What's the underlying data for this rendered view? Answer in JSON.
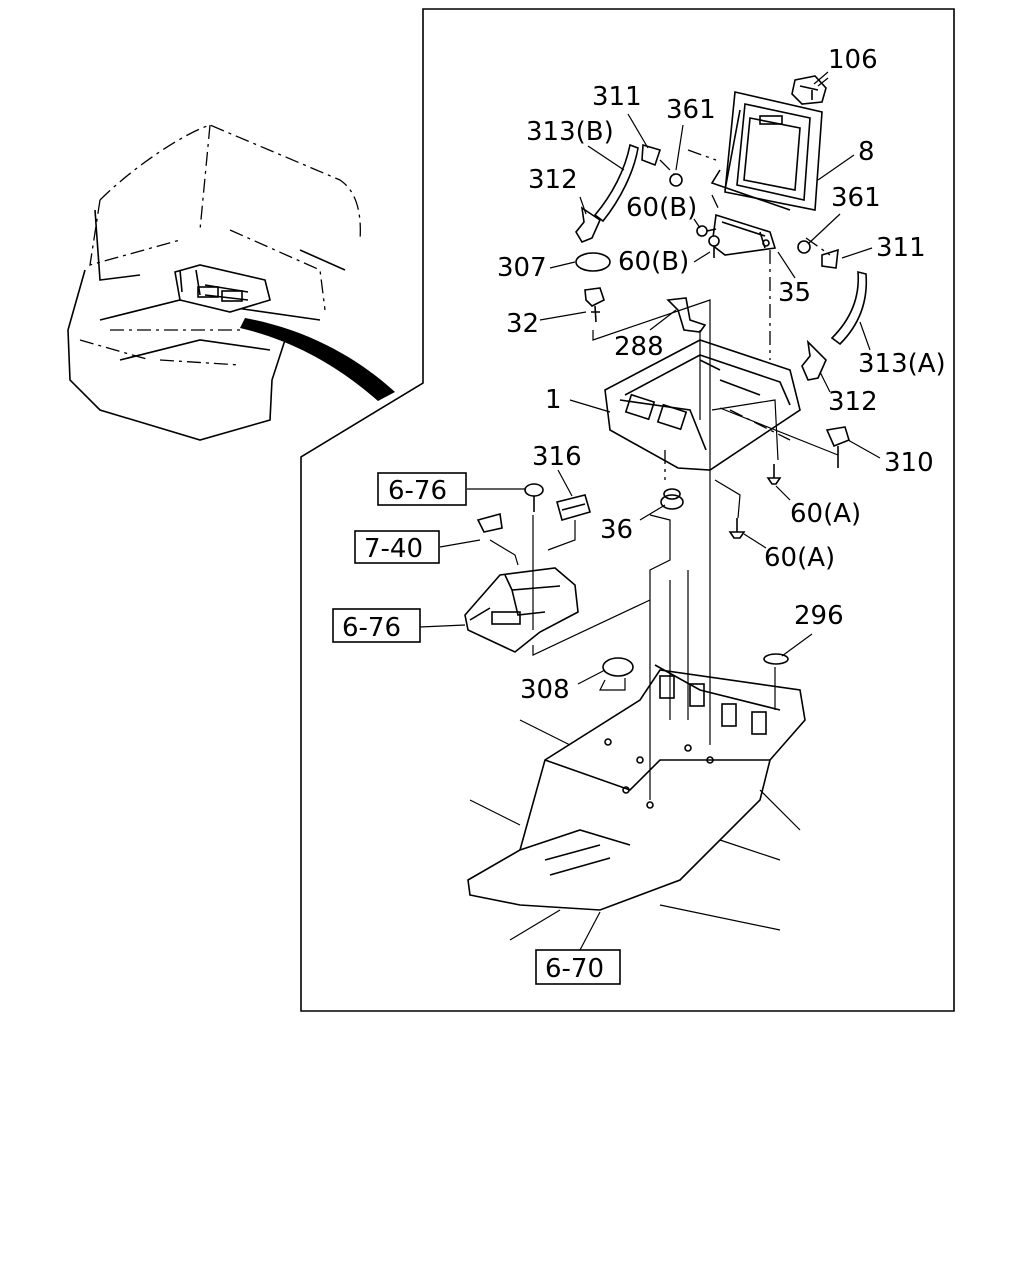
{
  "labels": {
    "p106": "106",
    "p311a": "311",
    "p361a": "361",
    "p313b": "313(B)",
    "p8": "8",
    "p312a": "312",
    "p60b1": "60(B)",
    "p361b": "361",
    "p311b": "311",
    "p307": "307",
    "p60b2": "60(B)",
    "p35": "35",
    "p32": "32",
    "p288": "288",
    "p313a": "313(A)",
    "p1": "1",
    "p312b": "312",
    "p310": "310",
    "p316": "316",
    "p60a1": "60(A)",
    "p36": "36",
    "p60a2": "60(A)",
    "p296": "296",
    "p308": "308"
  },
  "refs": {
    "r676a": "6-76",
    "r740": "7-40",
    "r676b": "6-76",
    "r670": "6-70"
  }
}
